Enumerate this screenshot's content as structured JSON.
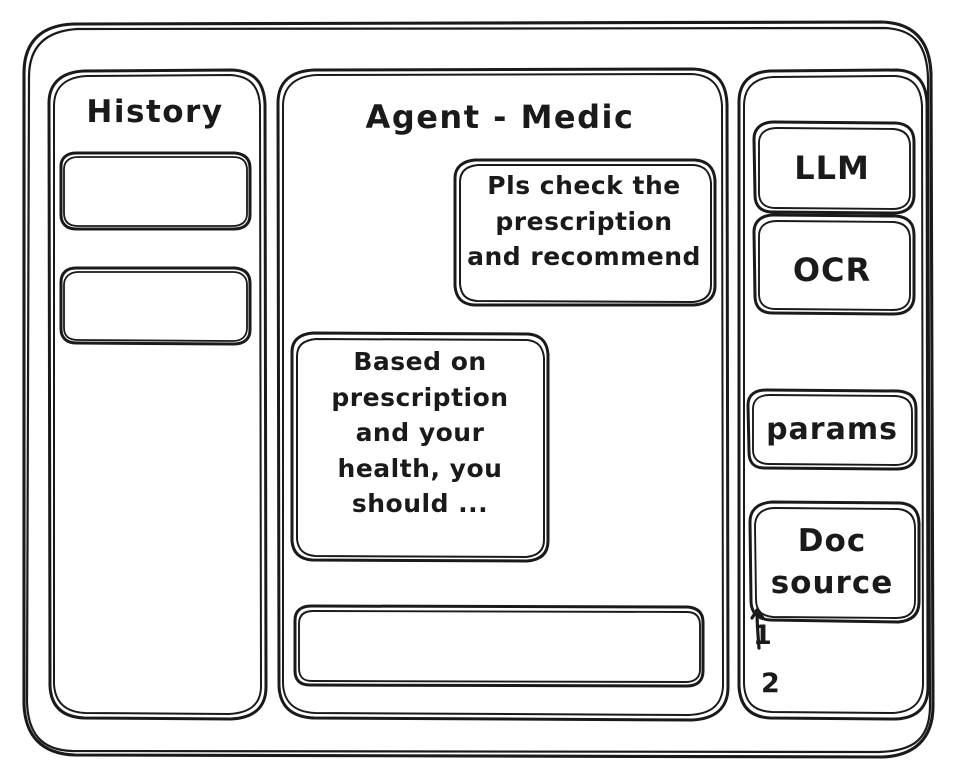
{
  "window": {
    "name": "agent-medic-wireframe",
    "style": "hand-drawn-sketch",
    "stroke_color": "#1a1a1a",
    "background_color": "#ffffff"
  },
  "sidebar_left": {
    "title": "History",
    "items": [
      {
        "label": "",
        "name": "history-card-1"
      },
      {
        "label": "",
        "name": "history-card-2"
      }
    ]
  },
  "main": {
    "title": "Agent - Medic",
    "messages": [
      {
        "role": "user",
        "text": "Pls check the\nprescription\nand recommend"
      },
      {
        "role": "agent",
        "text": "Based on\nprescription\nand your\nhealth, you\nshould ..."
      }
    ],
    "composer": {
      "value": "",
      "placeholder": ""
    }
  },
  "sidebar_right": {
    "tools": [
      {
        "label": "LLM",
        "name": "tool-llm"
      },
      {
        "label": "OCR",
        "name": "tool-ocr"
      },
      {
        "label": "params",
        "name": "tool-params"
      },
      {
        "label": "Doc\nsource",
        "name": "tool-doc-source"
      }
    ],
    "doc_sources": [
      {
        "index": "1"
      },
      {
        "index": "2"
      }
    ]
  }
}
